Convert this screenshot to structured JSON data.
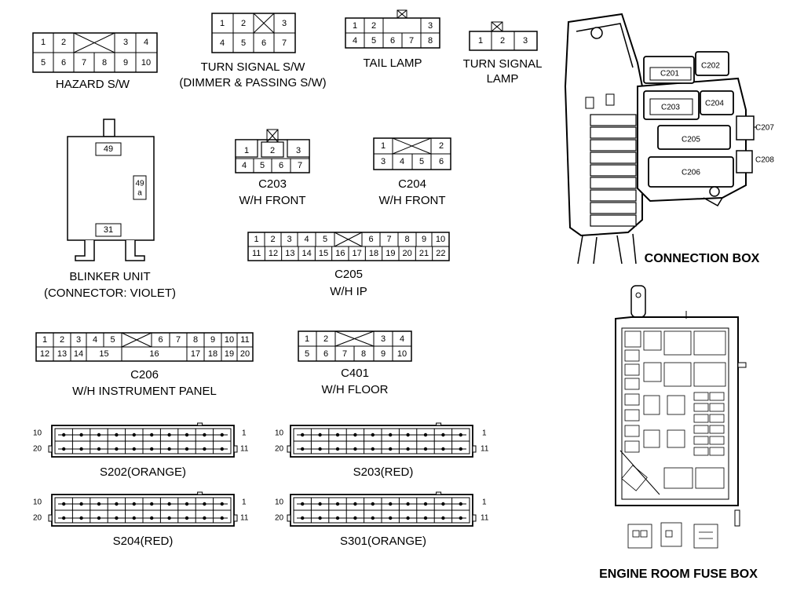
{
  "connectors": {
    "hazard": {
      "label": "HAZARD S/W",
      "top": [
        "1",
        "2",
        "X",
        "3",
        "4"
      ],
      "bottom": [
        "5",
        "6",
        "7",
        "8",
        "9",
        "10"
      ]
    },
    "turn_signal_sw": {
      "label1": "TURN SIGNAL S/W",
      "label2": "(DIMMER & PASSING S/W)",
      "top": [
        "1",
        "2",
        "X",
        "3"
      ],
      "bottom": [
        "4",
        "5",
        "6",
        "7"
      ]
    },
    "tail_lamp": {
      "label": "TAIL LAMP",
      "top": [
        "1",
        "2",
        "",
        "3"
      ],
      "bottom": [
        "4",
        "5",
        "6",
        "7",
        "8"
      ]
    },
    "turn_signal_lamp": {
      "label1": "TURN SIGNAL",
      "label2": "LAMP",
      "top": [
        "1",
        "2",
        "3"
      ]
    },
    "blinker": {
      "label1": "BLINKER UNIT",
      "label2": "(CONNECTOR: VIOLET)",
      "pins": [
        "49",
        "49 a",
        "31"
      ]
    },
    "c203": {
      "label1": "C203",
      "label2": "W/H FRONT",
      "top": [
        "1",
        "2",
        "3"
      ],
      "bottom": [
        "4",
        "5",
        "6",
        "7"
      ]
    },
    "c204": {
      "label1": "C204",
      "label2": "W/H FRONT",
      "top": [
        "1",
        "X",
        "2"
      ],
      "bottom": [
        "3",
        "4",
        "5",
        "6"
      ]
    },
    "c205": {
      "label1": "C205",
      "label2": "W/H IP",
      "top": [
        "1",
        "2",
        "3",
        "4",
        "5",
        "X",
        "6",
        "7",
        "8",
        "9",
        "10"
      ],
      "bottom": [
        "11",
        "12",
        "13",
        "14",
        "15",
        "16",
        "17",
        "18",
        "19",
        "20",
        "21",
        "22"
      ]
    },
    "c206": {
      "label1": "C206",
      "label2": "W/H INSTRUMENT PANEL",
      "top": [
        "1",
        "2",
        "3",
        "4",
        "5",
        "X",
        "6",
        "7",
        "8",
        "9",
        "10",
        "11"
      ],
      "bottom": [
        "12",
        "13",
        "14",
        "15",
        "16",
        "17",
        "18",
        "19",
        "20"
      ]
    },
    "c401": {
      "label1": "C401",
      "label2": "W/H FLOOR",
      "top": [
        "1",
        "2",
        "X",
        "3",
        "4"
      ],
      "bottom": [
        "5",
        "6",
        "7",
        "8",
        "9",
        "10"
      ]
    }
  },
  "splices": {
    "s202": {
      "label": "S202(ORANGE)",
      "left_top": "10",
      "left_bottom": "20",
      "right_top": "1",
      "right_bottom": "11"
    },
    "s203": {
      "label": "S203(RED)",
      "left_top": "10",
      "left_bottom": "20",
      "right_top": "1",
      "right_bottom": "11"
    },
    "s204": {
      "label": "S204(RED)",
      "left_top": "10",
      "left_bottom": "20",
      "right_top": "1",
      "right_bottom": "11"
    },
    "s301": {
      "label": "S301(ORANGE)",
      "left_top": "10",
      "left_bottom": "20",
      "right_top": "1",
      "right_bottom": "11"
    }
  },
  "connection_box": {
    "label": "CONNECTION BOX",
    "callouts": [
      "C201",
      "C202",
      "C203",
      "C204",
      "C205",
      "C206",
      "C207",
      "C208"
    ]
  },
  "engine_room": {
    "label": "ENGINE ROOM FUSE BOX"
  }
}
